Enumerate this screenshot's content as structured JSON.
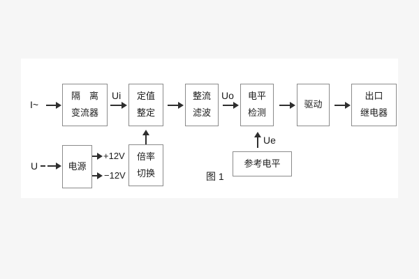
{
  "figure": {
    "caption": "图 1",
    "colors": {
      "background": "#f6f6f6",
      "panel": "#ffffff",
      "box_border": "#8a8a8a",
      "text": "#1b1b1b",
      "line": "#2e2e2e"
    },
    "inputs": {
      "current_input": "I~",
      "voltage_input": "U"
    },
    "signals": {
      "ui": "Ui",
      "uo": "Uo",
      "ue": "Ue",
      "plus12v": "+12V",
      "minus12v": "−12V"
    },
    "blocks": {
      "isolation_transformer": {
        "line1": "隔　离",
        "line2": "变流器"
      },
      "setting_adjustment": {
        "line1": "定值",
        "line2": "整定"
      },
      "rectifier_filter": {
        "line1": "整流",
        "line2": "滤波"
      },
      "level_detection": {
        "line1": "电平",
        "line2": "检测"
      },
      "driver": {
        "line1": "驱动"
      },
      "output_relay": {
        "line1": "出口",
        "line2": "继电器"
      },
      "power_supply": {
        "line1": "电源"
      },
      "ratio_switching": {
        "line1": "倍率",
        "line2": "切换"
      },
      "reference_level": {
        "line1": "参考电平"
      }
    }
  }
}
